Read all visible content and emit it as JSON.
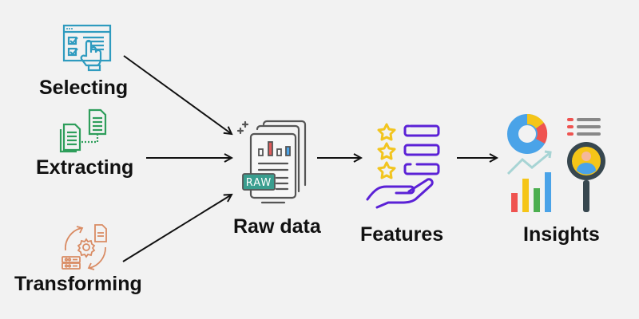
{
  "diagram": {
    "title": "Data to insights pipeline",
    "colors": {
      "background": "#f2f2f2",
      "selecting": "#2f9bbf",
      "extracting": "#2e9e5b",
      "transforming": "#d98b63",
      "raw_badge": "#3a9e8f",
      "features_purple": "#5b21d6",
      "features_star": "#f2c51f",
      "insights_blue": "#4aa3e8",
      "insights_yellow": "#f5c518",
      "insights_red": "#ef5350",
      "insights_green": "#4caf50",
      "arrow": "#111111"
    },
    "sources": [
      {
        "label": "Selecting",
        "icon": "checklist-hand-icon"
      },
      {
        "label": "Extracting",
        "icon": "documents-copy-icon"
      },
      {
        "label": "Transforming",
        "icon": "transform-gear-icon"
      }
    ],
    "stages": [
      {
        "label": "Raw data",
        "icon": "raw-data-documents-icon",
        "badge": "RAW"
      },
      {
        "label": "Features",
        "icon": "features-stars-hand-icon"
      },
      {
        "label": "Insights",
        "icon": "insights-analytics-icon"
      }
    ]
  }
}
